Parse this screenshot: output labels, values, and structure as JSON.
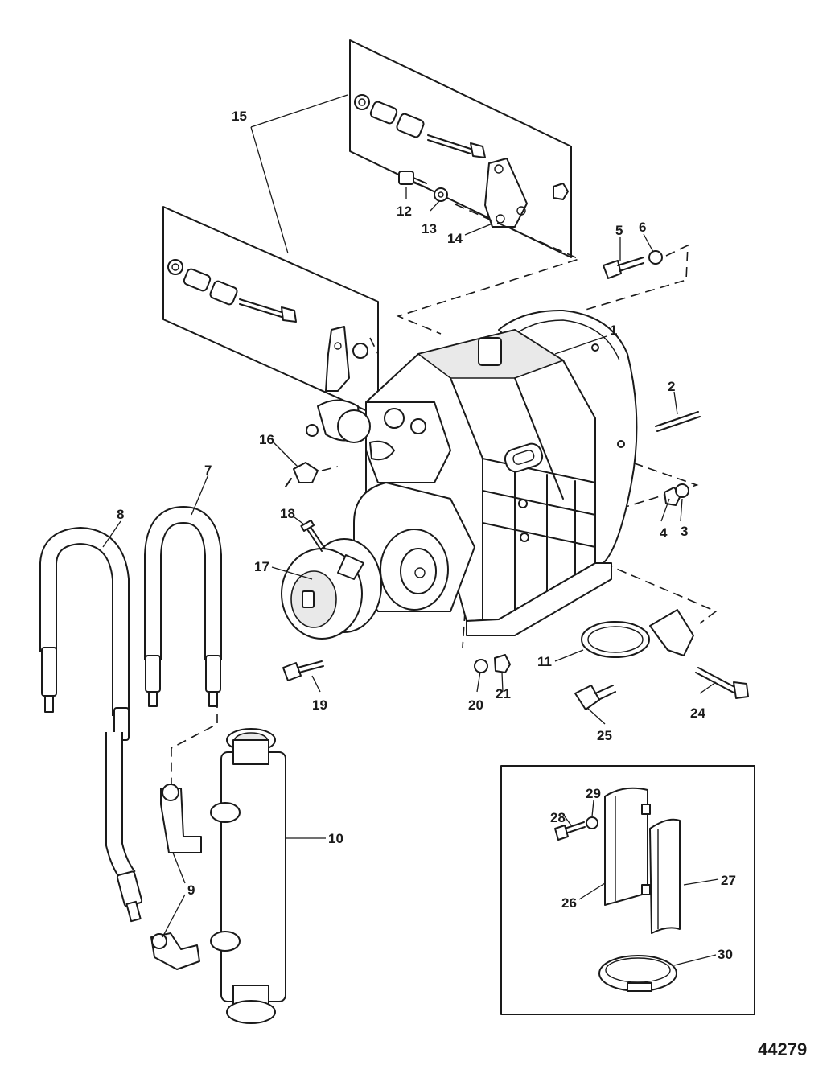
{
  "figure_number": "44279",
  "callouts": [
    {
      "id": "c1",
      "label": "1"
    },
    {
      "id": "c2",
      "label": "2"
    },
    {
      "id": "c3",
      "label": "3"
    },
    {
      "id": "c4",
      "label": "4"
    },
    {
      "id": "c5",
      "label": "5"
    },
    {
      "id": "c6",
      "label": "6"
    },
    {
      "id": "c7",
      "label": "7"
    },
    {
      "id": "c8",
      "label": "8"
    },
    {
      "id": "c9",
      "label": "9"
    },
    {
      "id": "c10",
      "label": "10"
    },
    {
      "id": "c11",
      "label": "11"
    },
    {
      "id": "c12",
      "label": "12"
    },
    {
      "id": "c13",
      "label": "13"
    },
    {
      "id": "c14",
      "label": "14"
    },
    {
      "id": "c15",
      "label": "15"
    },
    {
      "id": "c16",
      "label": "16"
    },
    {
      "id": "c17",
      "label": "17"
    },
    {
      "id": "c18",
      "label": "18"
    },
    {
      "id": "c19",
      "label": "19"
    },
    {
      "id": "c20",
      "label": "20"
    },
    {
      "id": "c21",
      "label": "21"
    },
    {
      "id": "c24",
      "label": "24"
    },
    {
      "id": "c25",
      "label": "25"
    },
    {
      "id": "c26",
      "label": "26"
    },
    {
      "id": "c27",
      "label": "27"
    },
    {
      "id": "c28",
      "label": "28"
    },
    {
      "id": "c29",
      "label": "29"
    },
    {
      "id": "c30",
      "label": "30"
    }
  ]
}
